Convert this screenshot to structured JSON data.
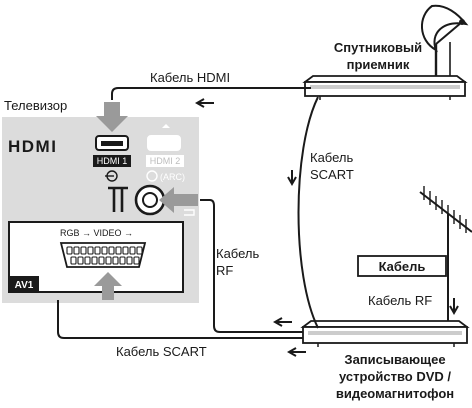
{
  "labels": {
    "tv": "Телевизор",
    "satellite_line1": "Спутниковый",
    "satellite_line2": "приемник",
    "hdmi_cable": "Кабель HDMI",
    "scart_cable_line1": "Кабель",
    "scart_cable_line2": "SCART",
    "rf_cable_left_line1": "Кабель",
    "rf_cable_left_line2": "RF",
    "cable_box": "Кабель",
    "rf_cable_right": "Кабель RF",
    "scart_cable_bottom": "Кабель SCART",
    "recorder_line1": "Записывающее",
    "recorder_line2": "устройство DVD /",
    "recorder_line3": "видеомагнитофон"
  },
  "tv_panel": {
    "hdmi_logo": "HDMI",
    "hdmi1_label": "HDMI 1",
    "hdmi2_label": "HDMI 2",
    "hdmi2_arc": "(ARC)",
    "scart_header": "RGB →  VIDEO →",
    "av1_label": "AV1"
  },
  "colors": {
    "panel_bg": "#d9d9d9",
    "tv_panel_fill": "#e6e6e6",
    "arrow_gray": "#9a9a9a",
    "line_dark": "#1a1a1a"
  }
}
